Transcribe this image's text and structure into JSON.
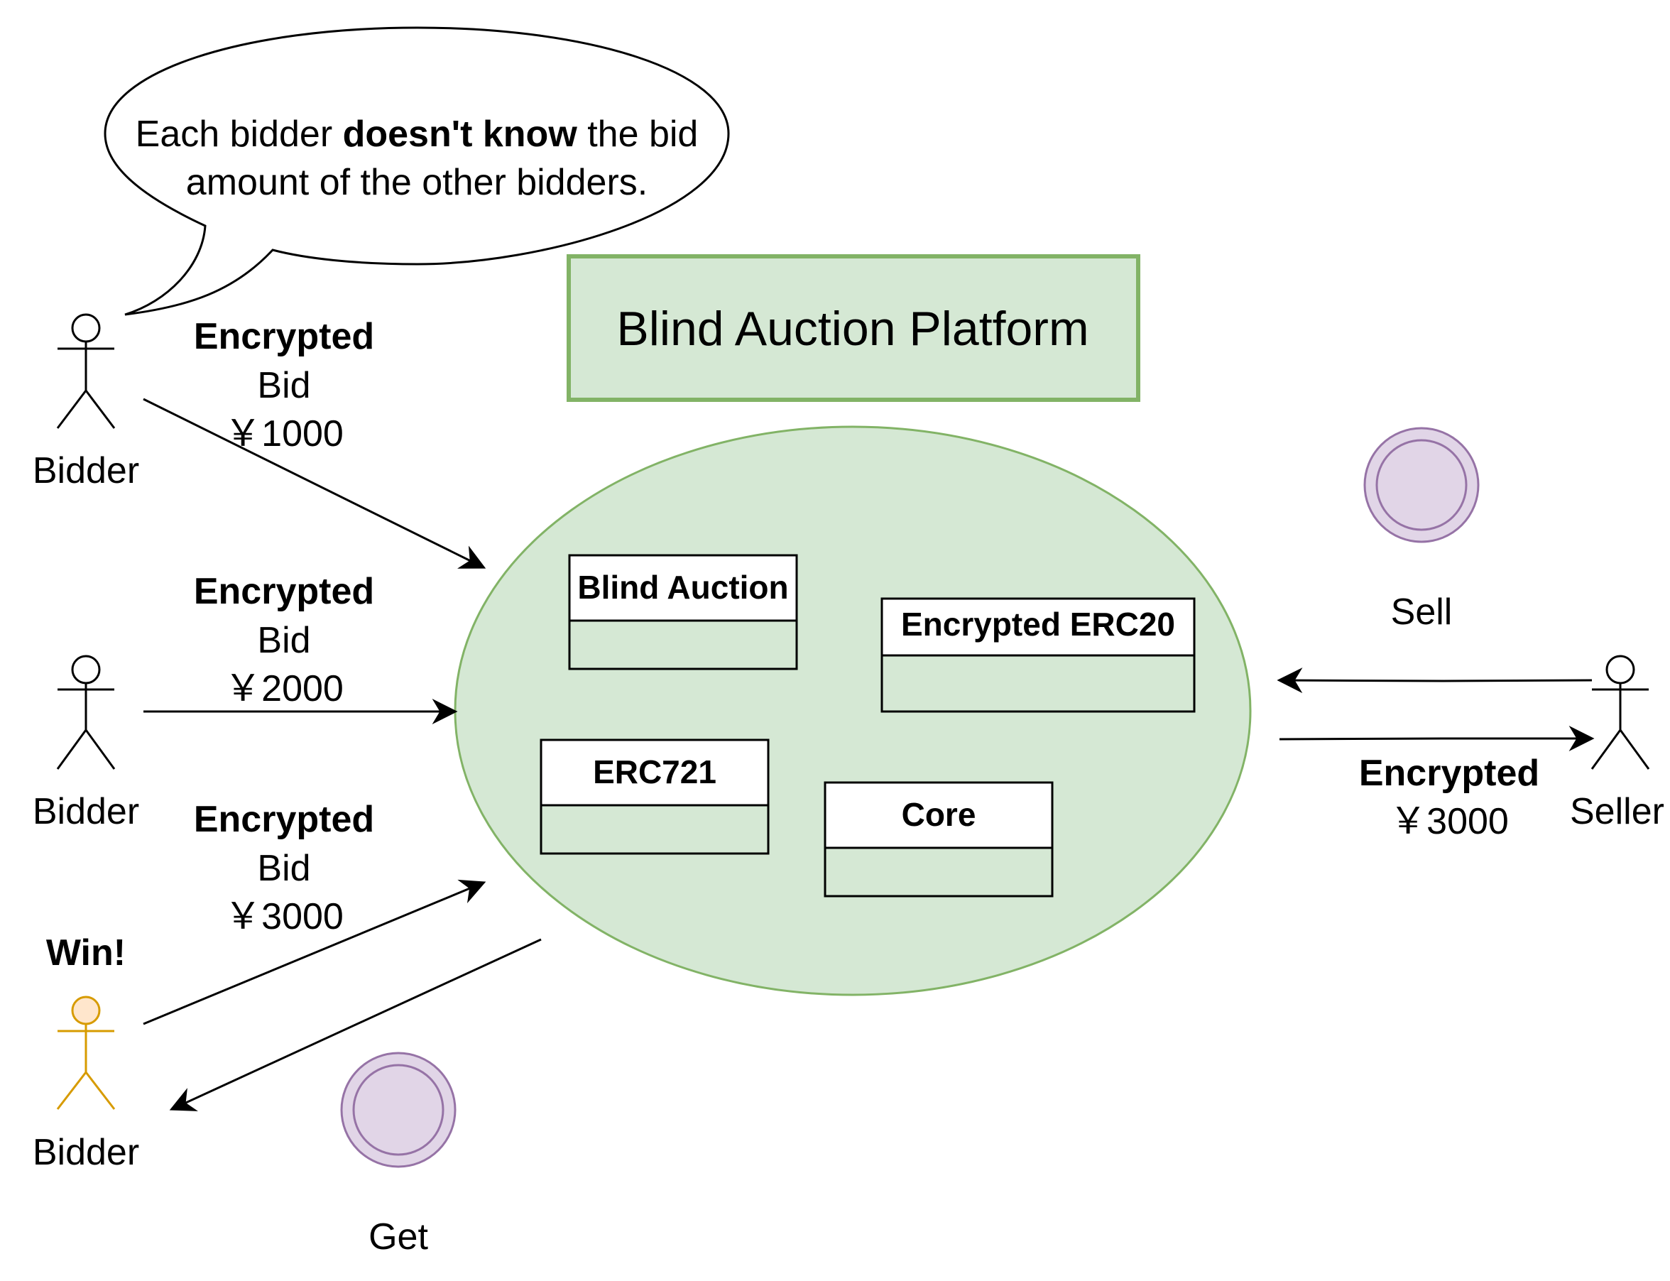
{
  "speech_bubble": {
    "line1_pre": "Each bidder ",
    "line1_bold": "doesn't know",
    "line1_post": " the bid",
    "line2": "amount of the other bidders."
  },
  "platform": {
    "title": "Blind Auction Platform",
    "modules": [
      "Blind Auction",
      "Encrypted ERC20",
      "ERC721",
      "Core"
    ]
  },
  "actors": {
    "bidder1": {
      "label": "Bidder"
    },
    "bidder2": {
      "label": "Bidder"
    },
    "bidder3": {
      "label": "Bidder",
      "status": "Win!"
    },
    "seller": {
      "label": "Seller"
    }
  },
  "bids": [
    {
      "heading": "Encrypted",
      "kind": "Bid",
      "amount": "￥1000"
    },
    {
      "heading": "Encrypted",
      "kind": "Bid",
      "amount": "￥2000"
    },
    {
      "heading": "Encrypted",
      "kind": "Bid",
      "amount": "￥3000"
    }
  ],
  "seller_payment": {
    "heading": "Encrypted",
    "amount": "￥3000"
  },
  "tokens": {
    "sell_label": "Sell",
    "get_label": "Get"
  },
  "colors": {
    "platform_fill": "#d5e8d4",
    "platform_stroke": "#82b366",
    "token_fill": "#e1d5e7",
    "token_stroke": "#9673a6",
    "winner_fill": "#ffe6cc",
    "winner_stroke": "#d79b00"
  }
}
